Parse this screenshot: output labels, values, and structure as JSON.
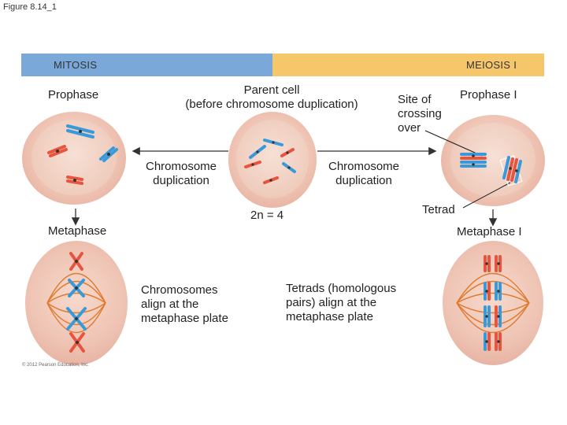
{
  "figure_title": "Figure 8.14_1",
  "bands": {
    "mitosis": "MITOSIS",
    "meiosis": "MEIOSIS I"
  },
  "labels": {
    "prophase": "Prophase",
    "parent_cell": "Parent cell\n(before chromosome duplication)",
    "site_crossing": "Site of\ncrossing\nover",
    "prophase_i": "Prophase I",
    "chromosome_duplication_left": "Chromosome\nduplication",
    "chromosome_duplication_right": "Chromosome\nduplication",
    "tetrad": "Tetrad",
    "ploidy": "2n = 4",
    "metaphase": "Metaphase",
    "metaphase_i": "Metaphase I",
    "chromosomes_align": "Chromosomes\nalign at the\nmetaphase plate",
    "tetrads_align": "Tetrads (homologous\npairs) align at the\nmetaphase plate"
  },
  "copyright": "© 2012 Pearson Education, Inc.",
  "colors": {
    "mitosis_band": "#7aa8d8",
    "meiosis_band": "#f6c76a",
    "chromosome_blue": "#3a9ad9",
    "chromosome_red": "#e8553f",
    "spindle": "#e07a2e",
    "centromere": "#333333"
  }
}
